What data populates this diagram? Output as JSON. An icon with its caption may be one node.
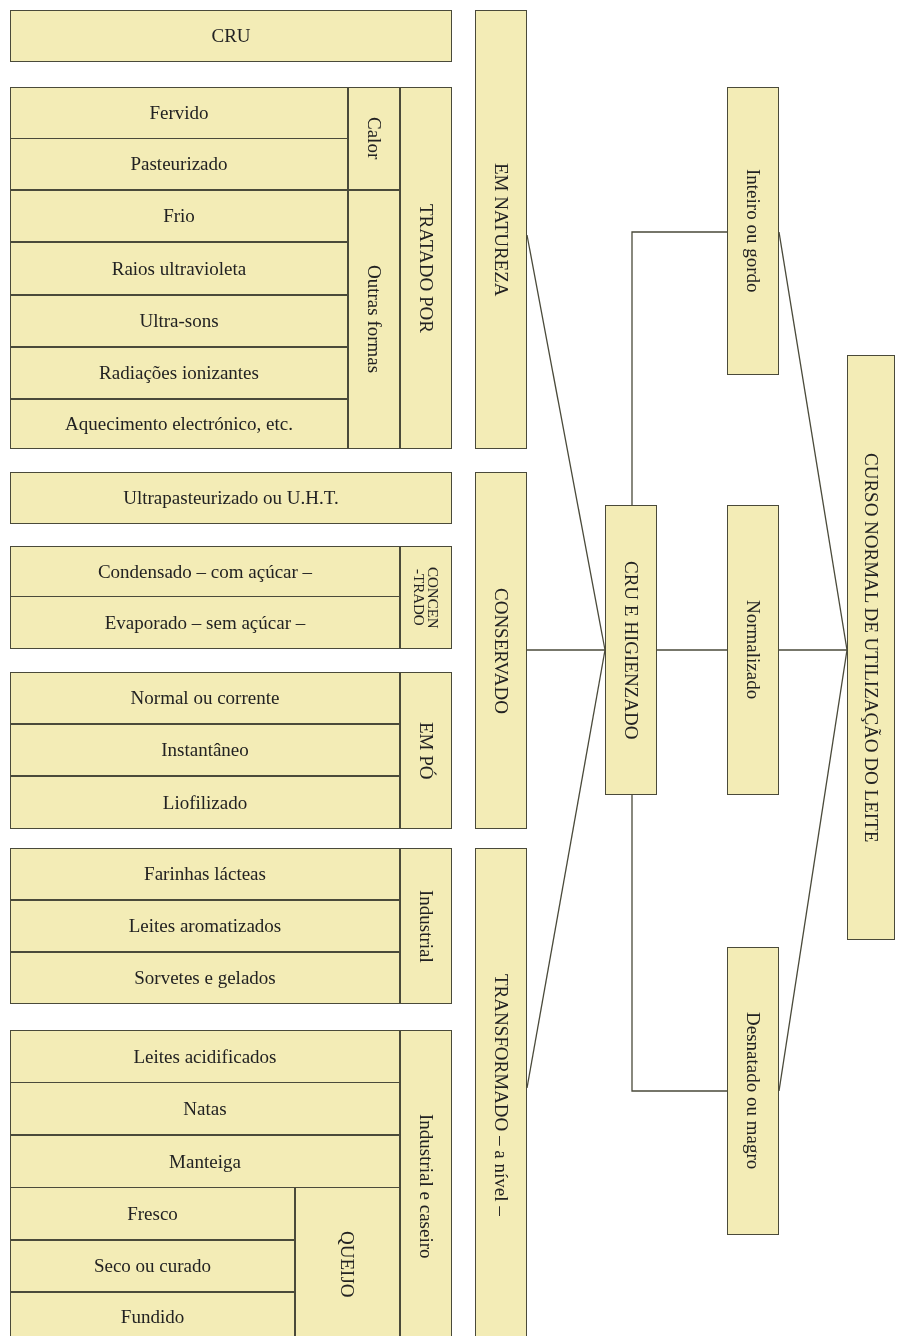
{
  "diagram": {
    "nodes": [
      {
        "text": [
          "CRU"
        ]
      },
      {
        "text": [
          "Fervido"
        ]
      },
      {
        "text": [
          "Pasteurizado"
        ]
      },
      {
        "text": [
          "Frio"
        ]
      },
      {
        "text": [
          "Raios ultravioleta"
        ]
      },
      {
        "text": [
          "Ultra-sons"
        ]
      },
      {
        "text": [
          "Radiações ionizantes"
        ]
      },
      {
        "text": [
          "Aquecimento electrónico, etc."
        ]
      },
      {
        "text": [
          "Calor"
        ]
      },
      {
        "text": [
          "Outras formas"
        ]
      },
      {
        "text": [
          "TRATADO POR"
        ]
      },
      {
        "text": [
          "EM NATUREZA"
        ]
      },
      {
        "text": [
          "Ultrapasteurizado ou U.H.T."
        ]
      },
      {
        "text": [
          "Condensado – com açúcar –"
        ]
      },
      {
        "text": [
          "Evaporado – sem açúcar –"
        ]
      },
      {
        "text": [
          "CONCEN -TRADO"
        ]
      },
      {
        "text": [
          "Normal ou corrente"
        ]
      },
      {
        "text": [
          "Instantâneo"
        ]
      },
      {
        "text": [
          "Liofilizado"
        ]
      },
      {
        "text": [
          "EM PÓ"
        ]
      },
      {
        "text": [
          "CONSERVADO"
        ]
      },
      {
        "text": [
          "Farinhas lácteas"
        ]
      },
      {
        "text": [
          "Leites aromatizados"
        ]
      },
      {
        "text": [
          "Sorvetes e gelados"
        ]
      },
      {
        "text": [
          "Industrial"
        ]
      },
      {
        "text": [
          "Leites acidificados"
        ]
      },
      {
        "text": [
          "Natas"
        ]
      },
      {
        "text": [
          "Manteiga"
        ]
      },
      {
        "text": [
          "Fresco"
        ]
      },
      {
        "text": [
          "Seco ou curado"
        ]
      },
      {
        "text": [
          "Fundido"
        ]
      },
      {
        "text": [
          "QUEIJO"
        ]
      },
      {
        "text": [
          "Industrial e caseiro"
        ]
      },
      {
        "text": [
          "TRANSFORMADO – a nível –"
        ]
      },
      {
        "text": [
          "CRU E HIGIENZADO"
        ]
      },
      {
        "text": [
          "Inteiro ou gordo"
        ]
      },
      {
        "text": [
          "Normalizado"
        ]
      },
      {
        "text": [
          "Desnatado ou magro"
        ]
      },
      {
        "text": [
          "CURSO NORMAL DE UTILIZAÇÃO DO LEITE"
        ]
      }
    ],
    "edges": [
      {
        "from": 38,
        "to": 35,
        "arrow": "none"
      },
      {
        "from": 38,
        "to": 36,
        "arrow": "none"
      },
      {
        "from": 38,
        "to": 37,
        "arrow": "none"
      },
      {
        "from": 35,
        "to": 34,
        "arrow": "none"
      },
      {
        "from": 36,
        "to": 34,
        "arrow": "none"
      },
      {
        "from": 37,
        "to": 34,
        "arrow": "none"
      },
      {
        "from": 34,
        "to": 11,
        "arrow": "none"
      },
      {
        "from": 34,
        "to": 20,
        "arrow": "none"
      },
      {
        "from": 34,
        "to": 33,
        "arrow": "none"
      }
    ]
  }
}
